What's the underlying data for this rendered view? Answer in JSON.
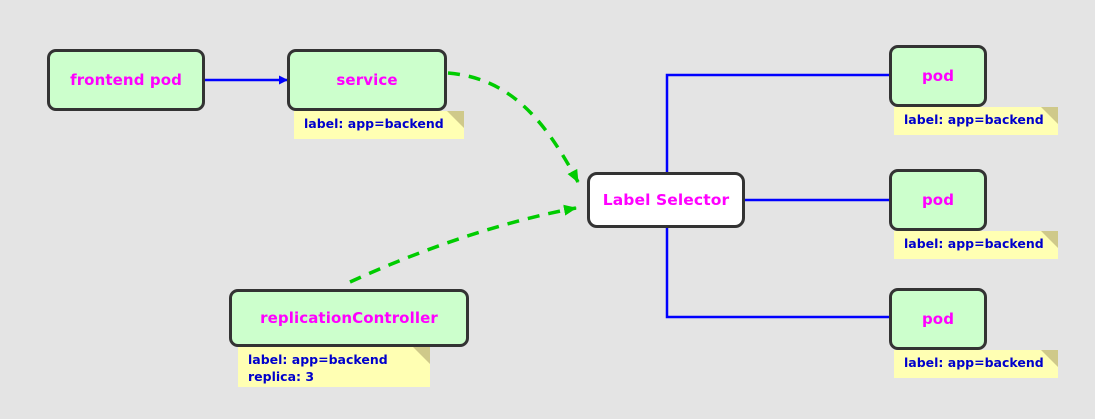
{
  "diagram": {
    "title": "kubernetes label selector diagram",
    "background_color": "#e4e4e4",
    "node_fill": "#ccffcc",
    "node_border": "#333333",
    "node_text_color": "#ff00ff",
    "note_fill": "#ffffb3",
    "note_fold_color": "#cfc98a",
    "note_text_color": "#0000cc",
    "solid_edge_color": "#0000ff",
    "dashed_edge_color": "#00cc00"
  },
  "nodes": {
    "frontend_pod": {
      "label": "frontend pod"
    },
    "service": {
      "label": "service"
    },
    "replication_controller": {
      "label": "replicationController"
    },
    "label_selector": {
      "label": "Label Selector"
    },
    "pod_top": {
      "label": "pod"
    },
    "pod_middle": {
      "label": "pod"
    },
    "pod_bottom": {
      "label": "pod"
    }
  },
  "notes": {
    "service_note": {
      "lines": [
        "label: app=backend"
      ]
    },
    "rc_note": {
      "lines": [
        "label: app=backend",
        "replica: 3"
      ]
    },
    "pod_top_note": {
      "lines": [
        "label: app=backend"
      ]
    },
    "pod_middle_note": {
      "lines": [
        "label: app=backend"
      ]
    },
    "pod_bottom_note": {
      "lines": [
        "label: app=backend"
      ]
    }
  },
  "edges": {
    "frontend_to_service": {
      "style": "solid",
      "color": "#0000ff",
      "arrow": true
    },
    "service_to_selector": {
      "style": "dashed",
      "color": "#00cc00",
      "arrow": true
    },
    "rc_to_selector": {
      "style": "dashed",
      "color": "#00cc00",
      "arrow": true
    },
    "selector_to_pod_top": {
      "style": "solid",
      "color": "#0000ff",
      "arrow": false
    },
    "selector_to_pod_middle": {
      "style": "solid",
      "color": "#0000ff",
      "arrow": false
    },
    "selector_to_pod_bottom": {
      "style": "solid",
      "color": "#0000ff",
      "arrow": false
    }
  }
}
